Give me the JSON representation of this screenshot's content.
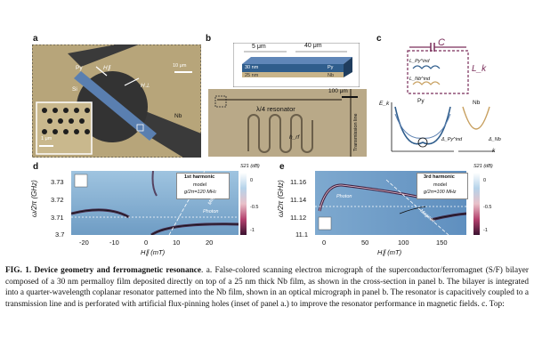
{
  "panels": {
    "a": {
      "label": "a",
      "labels": {
        "py": "Py",
        "si": "Si",
        "nb": "Nb",
        "h_par": "H∥",
        "h_perp": "H⊥"
      },
      "scalebar_main": "10 μm",
      "scalebar_inset": "1 μm"
    },
    "b": {
      "label": "b",
      "dim_a": "5 μm",
      "dim_b": "40 μm",
      "layer_py_thickness": "30 nm",
      "layer_py_name": "Py",
      "layer_nb_thickness": "25 nm",
      "layer_nb_name": "Nb",
      "scalebar": "100 μm",
      "resonator_label": "λ/4 resonator",
      "transmission_label": "Transmission line",
      "field_label": "h_rf"
    },
    "c": {
      "label": "c",
      "cap": "C",
      "ind": "L_k",
      "l_ind_py": "L_Py^ind",
      "l_ind_nb": "L_Nb^ind",
      "ek": "E_k",
      "k": "k",
      "py": "Py",
      "nb": "Nb",
      "delta_py": "Δ_Py^ind",
      "delta_nb": "Δ_Nb"
    },
    "d": {
      "label": "d",
      "harmonic": "1st harmonic",
      "legend_model": "model",
      "coupling": "g/2π=120 MHz",
      "cbar_title": "S21 (dB)",
      "cbar_ticks": [
        "0",
        "-0.5",
        "-1"
      ],
      "ylabel": "ω/2π (GHz)",
      "xlabel": "H∥ (mT)",
      "yticks": [
        "3.73",
        "3.72",
        "3.71",
        "3.7"
      ],
      "xticks": [
        "-20",
        "-10",
        "0",
        "10",
        "20"
      ],
      "magnon": "Magnon",
      "photon": "Photon"
    },
    "e": {
      "label": "e",
      "harmonic": "3rd harmonic",
      "legend_model": "model",
      "coupling": "g/2π=100 MHz",
      "cbar_title": "S21 (dB)",
      "cbar_ticks": [
        "0",
        "-0.5",
        "-1"
      ],
      "ylabel": "ω/2π (GHz)",
      "xlabel": "H∥ (mT)",
      "yticks": [
        "11.16",
        "11.14",
        "11.12",
        "11.1"
      ],
      "xticks": [
        "0",
        "50",
        "100",
        "150"
      ],
      "magnon": "Magnon",
      "photon": "Photon"
    }
  },
  "caption": {
    "title": "FIG. 1. Device geometry and ferromagnetic resonance",
    "body": ". a. False-colored scanning electron micrograph of the superconductor/ferromagnet (S/F) bilayer composed of a 30 nm permalloy film deposited directly on top of a 25 nm thick Nb film, as shown in the cross-section in panel b. The bilayer is integrated into a quarter-wavelength coplanar resonator patterned into the Nb film, shown in an optical micrograph in panel b. The resonator is capacitively coupled to a transmission line and is perforated with artificial flux-pinning holes (inset of panel a.) to improve the resonator performance in magnetic fields. c. Top:"
  },
  "colors": {
    "py": "#2f5d8c",
    "nb": "#c8b48a",
    "accent": "#7a2e5a"
  }
}
